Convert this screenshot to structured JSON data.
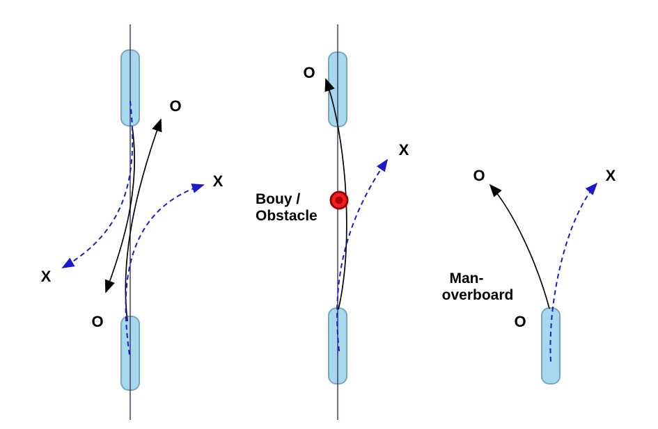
{
  "figure": {
    "background": "#ffffff",
    "colors": {
      "boat_fill": "#a8d8f0",
      "boat_stroke": "#7aa3c0",
      "centerline": "#333355",
      "o_path": "#000000",
      "x_path": "#1a1acc",
      "buoy_fill": "#ee2222",
      "buoy_stroke": "#990000",
      "buoy_inner": "#b00000",
      "label": "#000000"
    },
    "panels": {
      "passing": {
        "labels": {
          "o_upper": "O",
          "o_lower": "O",
          "x_upper": "X",
          "x_lower": "X"
        }
      },
      "obstacle": {
        "labels": {
          "o": "O",
          "x": "X",
          "caption_line1": "Bouy /",
          "caption_line2": "Obstacle"
        }
      },
      "man_overboard": {
        "labels": {
          "o": "O",
          "x": "X",
          "o_start": "O",
          "caption_line1": "Man-",
          "caption_line2": "overboard"
        }
      }
    }
  }
}
